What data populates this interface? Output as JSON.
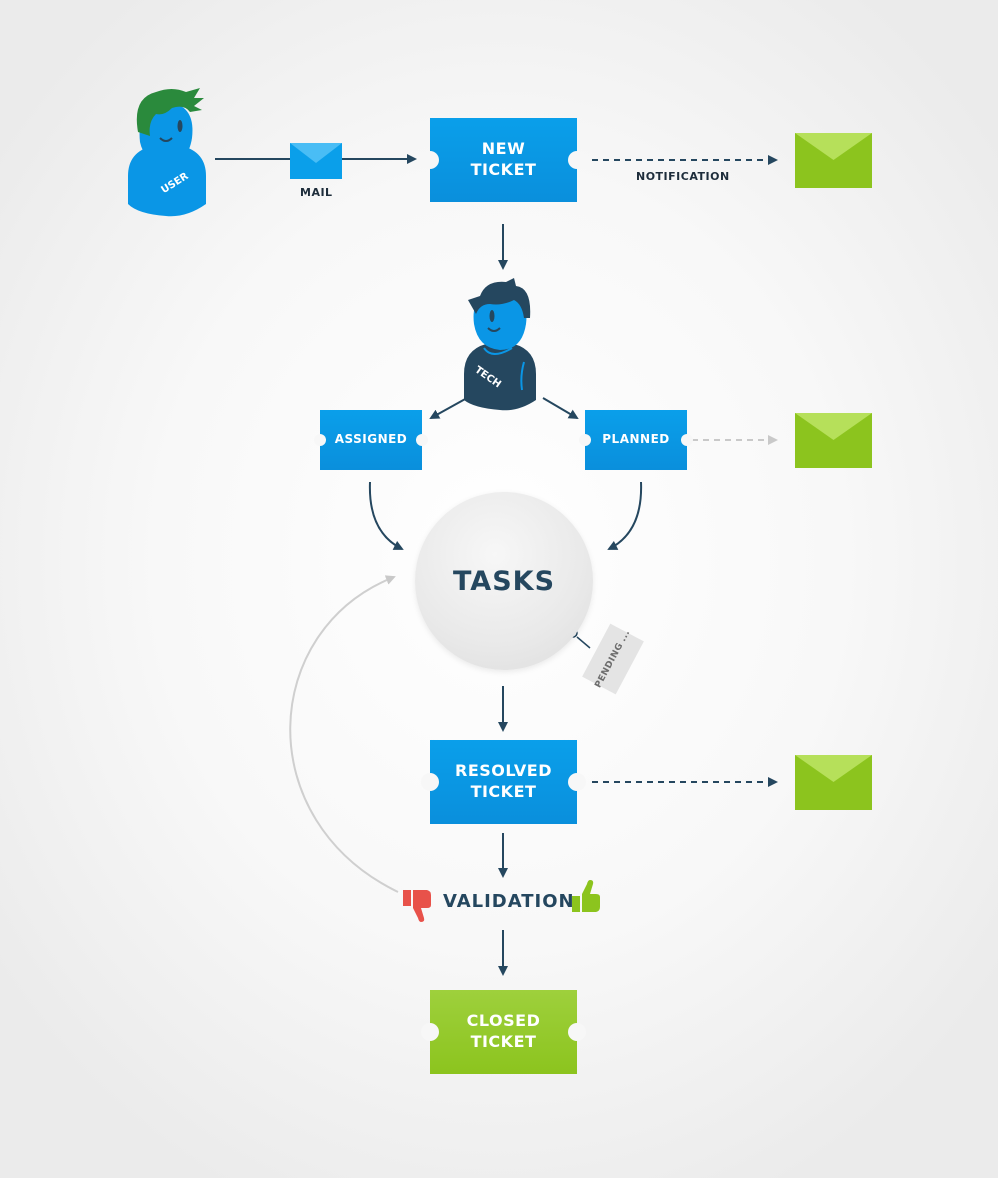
{
  "nodes": {
    "new_ticket": {
      "line1": "NEW",
      "line2": "TICKET"
    },
    "assigned": "ASSIGNED",
    "planned": "PLANNED",
    "tasks": "TASKS",
    "pending": "PENDING",
    "pending_dots": "...",
    "resolved_ticket": {
      "line1": "RESOLVED",
      "line2": "TICKET"
    },
    "validation": "VALIDATION",
    "closed_ticket": {
      "line1": "CLOSED",
      "line2": "TICKET"
    }
  },
  "actors": {
    "user": "USER",
    "tech": "TECH"
  },
  "edge_labels": {
    "mail": "MAIL",
    "notification": "NOTIFICATION"
  },
  "icons": {
    "user": "user-avatar-icon",
    "tech": "tech-avatar-icon",
    "mail": "envelope-icon",
    "notification": "green-envelope-icon",
    "reject": "thumbs-down-icon",
    "approve": "thumbs-up-icon"
  },
  "colors": {
    "ticket_blue": "#0a94e4",
    "ticket_green": "#8cc41e",
    "arrow": "#25475f",
    "reject": "#e8524a",
    "approve": "#8cc41e"
  }
}
